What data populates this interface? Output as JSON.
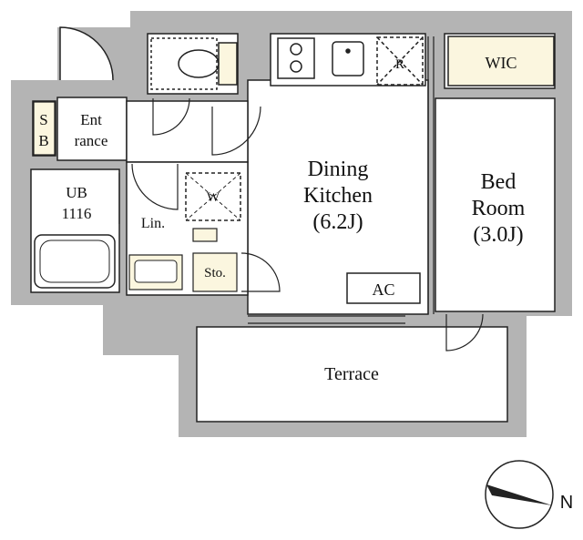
{
  "rooms": {
    "dining_line1": "Dining",
    "dining_line2": "Kitchen",
    "dining_size": "(6.2J)",
    "bed_line1": "Bed",
    "bed_line2": "Room",
    "bed_size": "(3.0J)",
    "terrace": "Terrace",
    "wic": "WIC",
    "ac": "AC",
    "sb_line1": "S",
    "sb_line2": "B",
    "entrance_line1": "Ent",
    "entrance_line2": "rance",
    "ub_line1": "UB",
    "ub_line2": "1116",
    "linen": "Lin.",
    "storage": "Sto.",
    "washer": "W",
    "fridge": "R"
  },
  "compass": {
    "north_label": "N"
  },
  "colors": {
    "wall": "#b4b4b4",
    "cabinet": "#fbf6df",
    "line": "#222222",
    "floor": "#ffffff"
  }
}
